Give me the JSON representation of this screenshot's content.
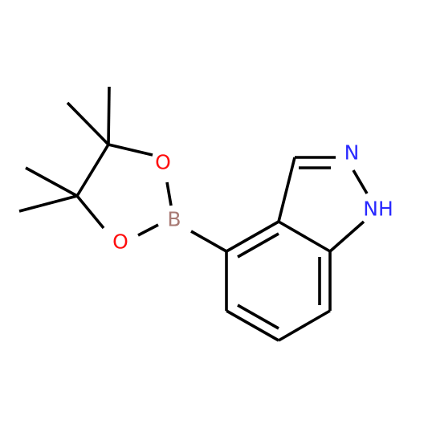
{
  "atoms": {
    "n2": {
      "text": "N"
    },
    "n1h": {
      "text": "NH"
    },
    "boron": {
      "text": "B"
    },
    "o_top": {
      "text": "O"
    },
    "o_bottom": {
      "text": "O"
    }
  },
  "colors": {
    "background": "#ffffff",
    "bond": "#000000",
    "nitrogen": "#2a2aff",
    "oxygen": "#ff0d0d",
    "boron": "#a87a74"
  }
}
